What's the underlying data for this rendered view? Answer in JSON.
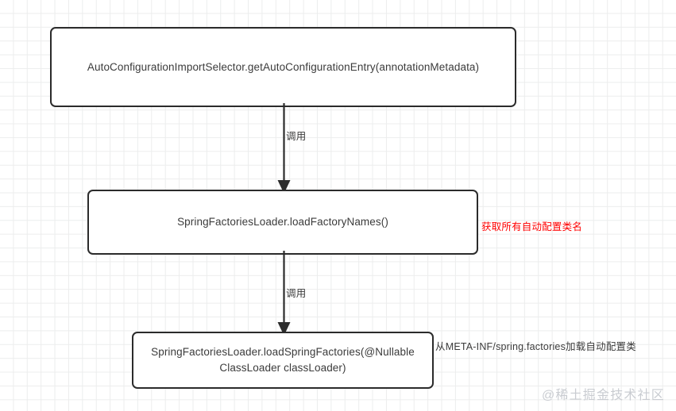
{
  "diagram": {
    "title": "Spring Boot AutoConfiguration call flow",
    "background": {
      "grid_color": "#eceded",
      "page_color": "#ffffff"
    },
    "nodes": [
      {
        "id": "node-1",
        "name": "auto-configuration-import-selector-node",
        "text": "AutoConfigurationImportSelector.getAutoConfigurationEntry(annotationMetadata)",
        "border_color": "#2b2b2b",
        "text_color": "#3b3b3b"
      },
      {
        "id": "node-2",
        "name": "load-factory-names-node",
        "text": "SpringFactoriesLoader.loadFactoryNames()",
        "border_color": "#2b2b2b",
        "text_color": "#3b3b3b"
      },
      {
        "id": "node-3",
        "name": "load-spring-factories-node",
        "text": "SpringFactoriesLoader.loadSpringFactories(@Nullable\nClassLoader classLoader)",
        "border_color": "#2b2b2b",
        "text_color": "#3b3b3b"
      }
    ],
    "edges": [
      {
        "id": "edge-1",
        "name": "edge-node1-to-node2",
        "label": "调用",
        "from": "node-1",
        "to": "node-2"
      },
      {
        "id": "edge-2",
        "name": "edge-node2-to-node3",
        "label": "调用",
        "from": "node-2",
        "to": "node-3"
      }
    ],
    "annotations": [
      {
        "id": "annotation-1",
        "name": "annotation-get-all-autoconfig-class-names",
        "text": "获取所有自动配置类名",
        "color": "#ff0000"
      },
      {
        "id": "annotation-2",
        "name": "annotation-load-from-spring-factories",
        "text": "从META-INF/spring.factories加载自动配置类",
        "color": "#3b3b3b"
      }
    ],
    "watermark": {
      "text": "@稀土掘金技术社区",
      "color": "#c9ccd1"
    }
  }
}
